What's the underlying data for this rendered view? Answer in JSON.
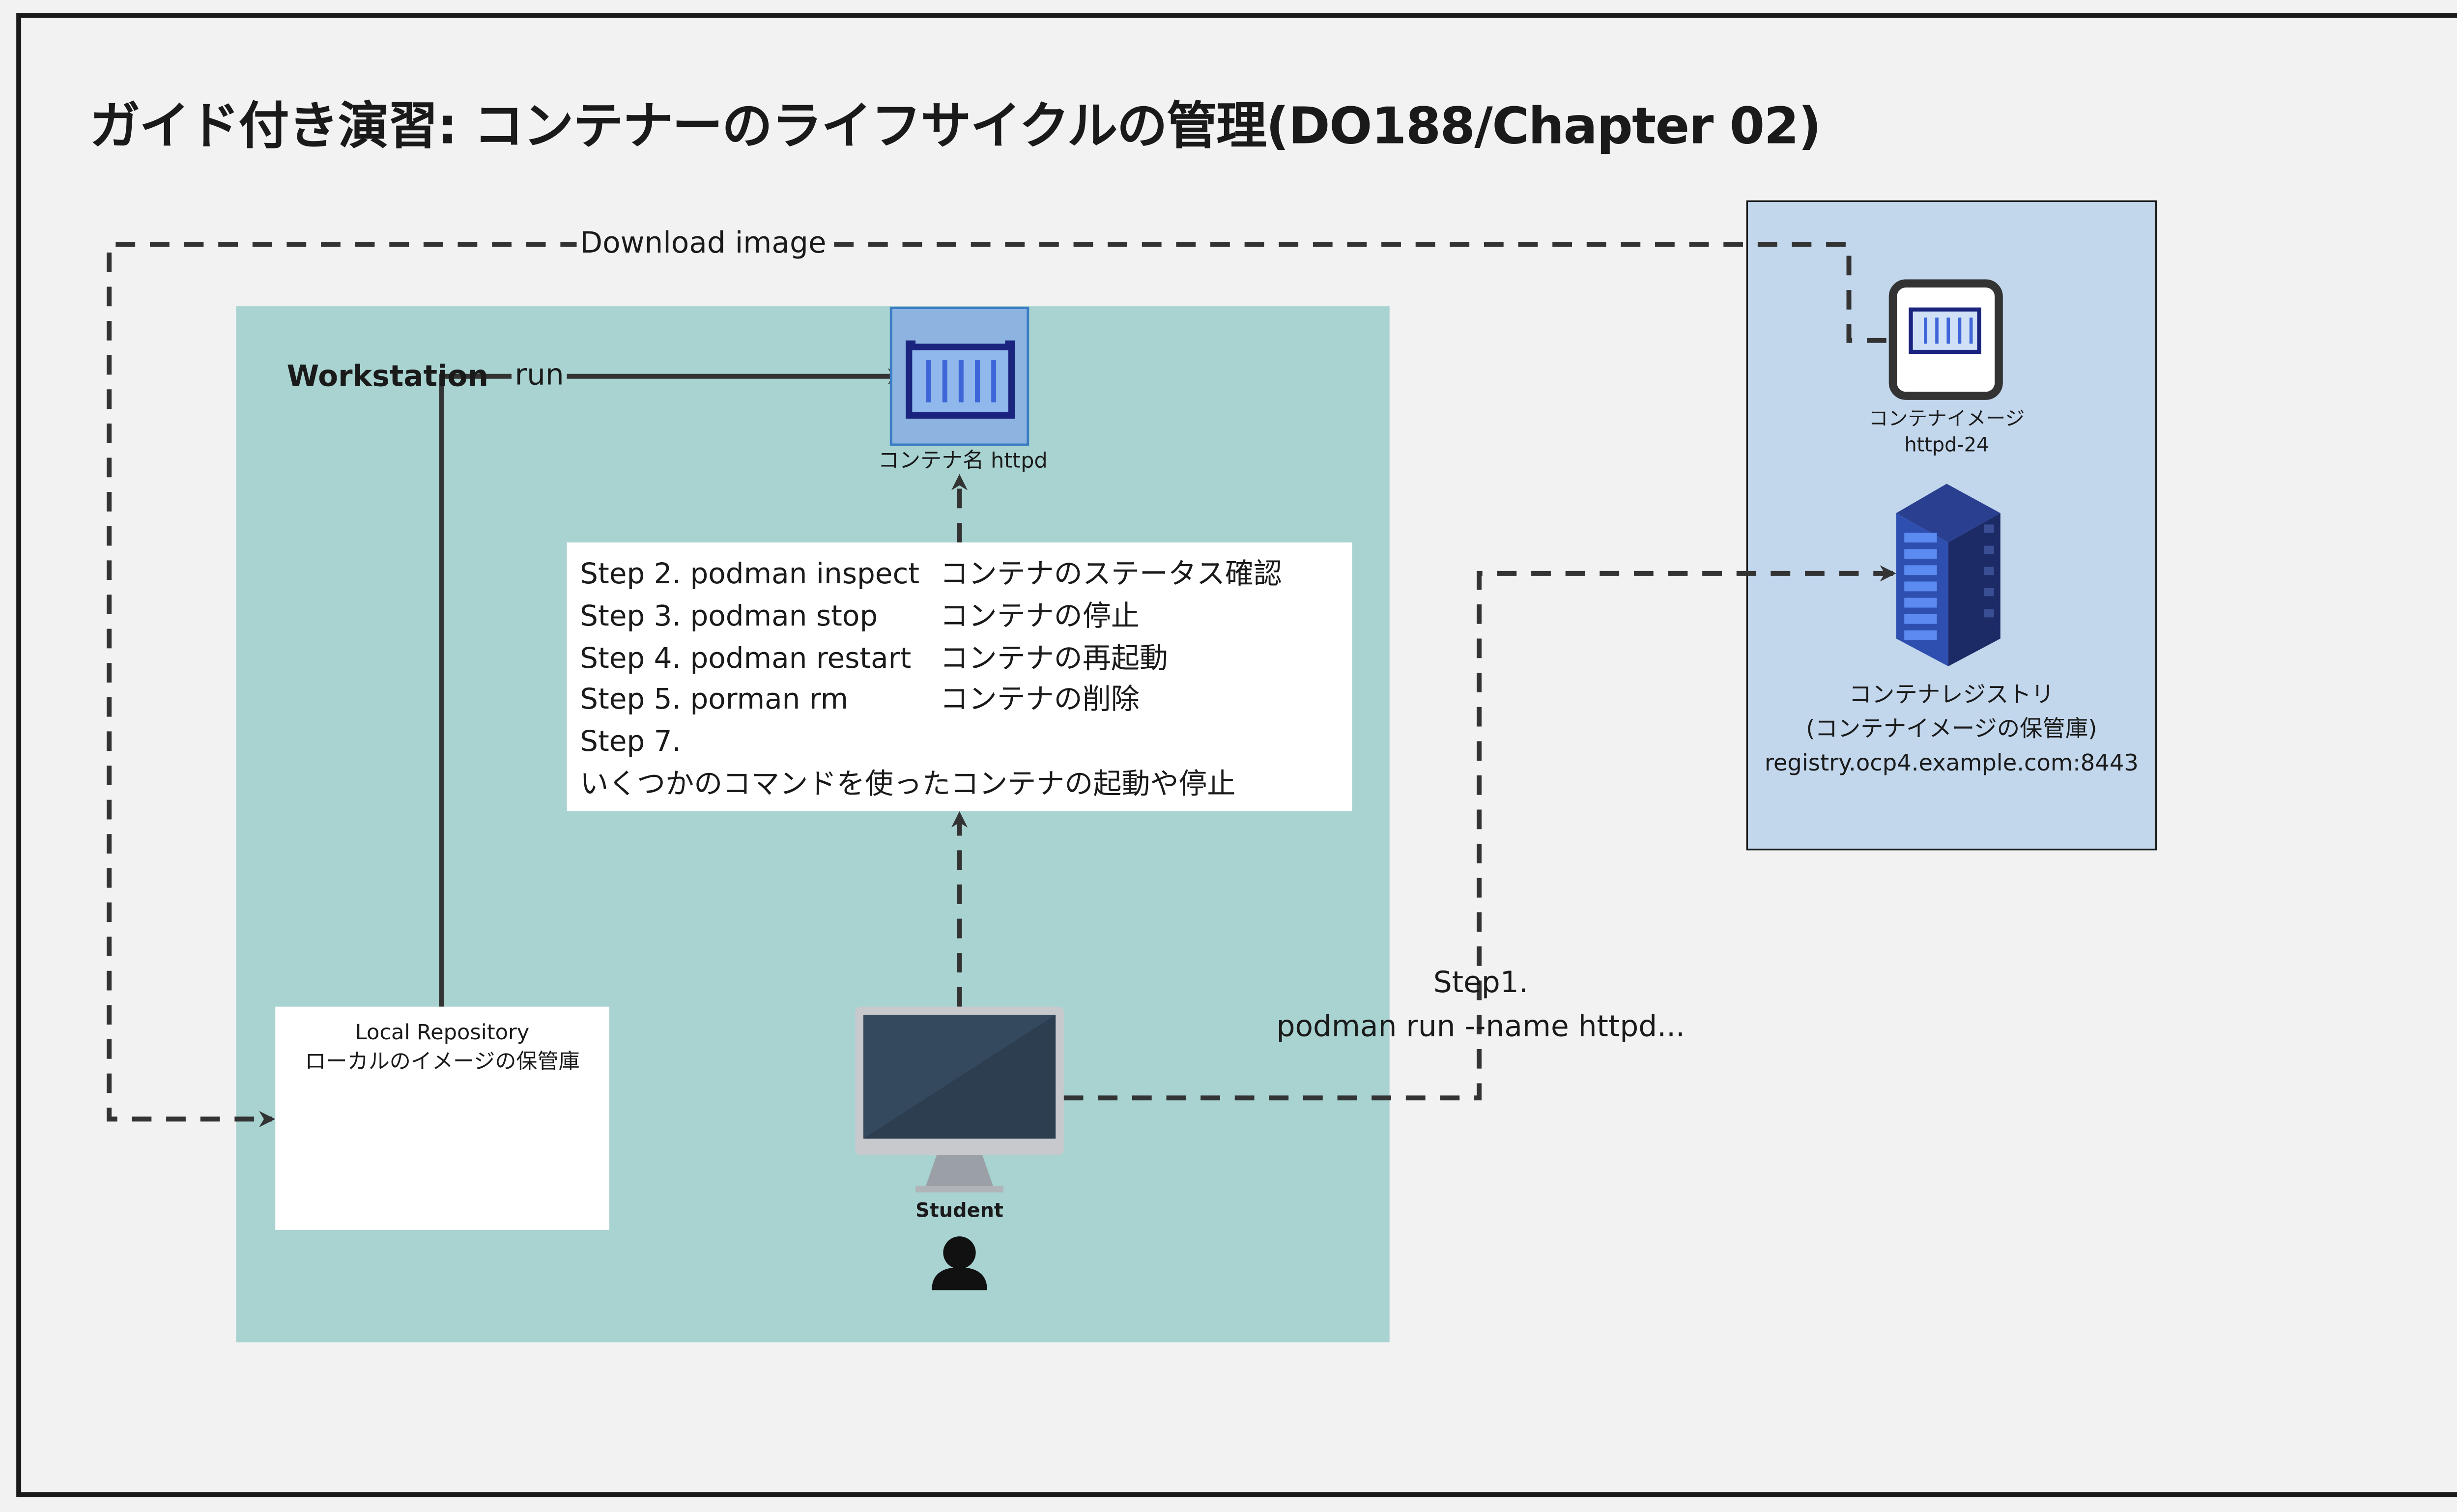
{
  "title": "ガイド付き演習: コンテナーのライフサイクルの管理(DO188/Chapter 02)",
  "workstation": {
    "label": "Workstation"
  },
  "container": {
    "label": "コンテナ名 httpd"
  },
  "edges": {
    "download": "Download image",
    "run": "run",
    "step1_line1": "Step1.",
    "step1_line2": "podman run --name httpd..."
  },
  "steps": [
    {
      "cmd": "Step 2. podman inspect",
      "desc": "コンテナのステータス確認"
    },
    {
      "cmd": "Step 3. podman stop",
      "desc": "コンテナの停止"
    },
    {
      "cmd": "Step 4. podman restart",
      "desc": "コンテナの再起動"
    },
    {
      "cmd": "Step 5. porman rm",
      "desc": "コンテナの削除"
    },
    {
      "cmd": "Step 7.",
      "desc": ""
    }
  ],
  "step7_desc": "いくつかのコマンドを使ったコンテナの起動や停止",
  "local_repo": {
    "line1": "Local Repository",
    "line2": "ローカルのイメージの保管庫"
  },
  "student": {
    "label": "Student"
  },
  "registry": {
    "image_line1": "コンテナイメージ",
    "image_line2": "httpd-24",
    "name_line1": "コンテナレジストリ",
    "name_line2": "(コンテナイメージの保管庫)",
    "name_line3": "registry.ocp4.example.com:8443"
  },
  "icons": [
    "container-icon",
    "container-image-icon",
    "server-rack-icon",
    "monitor-icon",
    "user-icon"
  ],
  "colors": {
    "workstation_bg": "#a8d3d1",
    "registry_bg": "#c2d6ec",
    "container_blue": "#1a237e",
    "stroke": "#333333"
  }
}
